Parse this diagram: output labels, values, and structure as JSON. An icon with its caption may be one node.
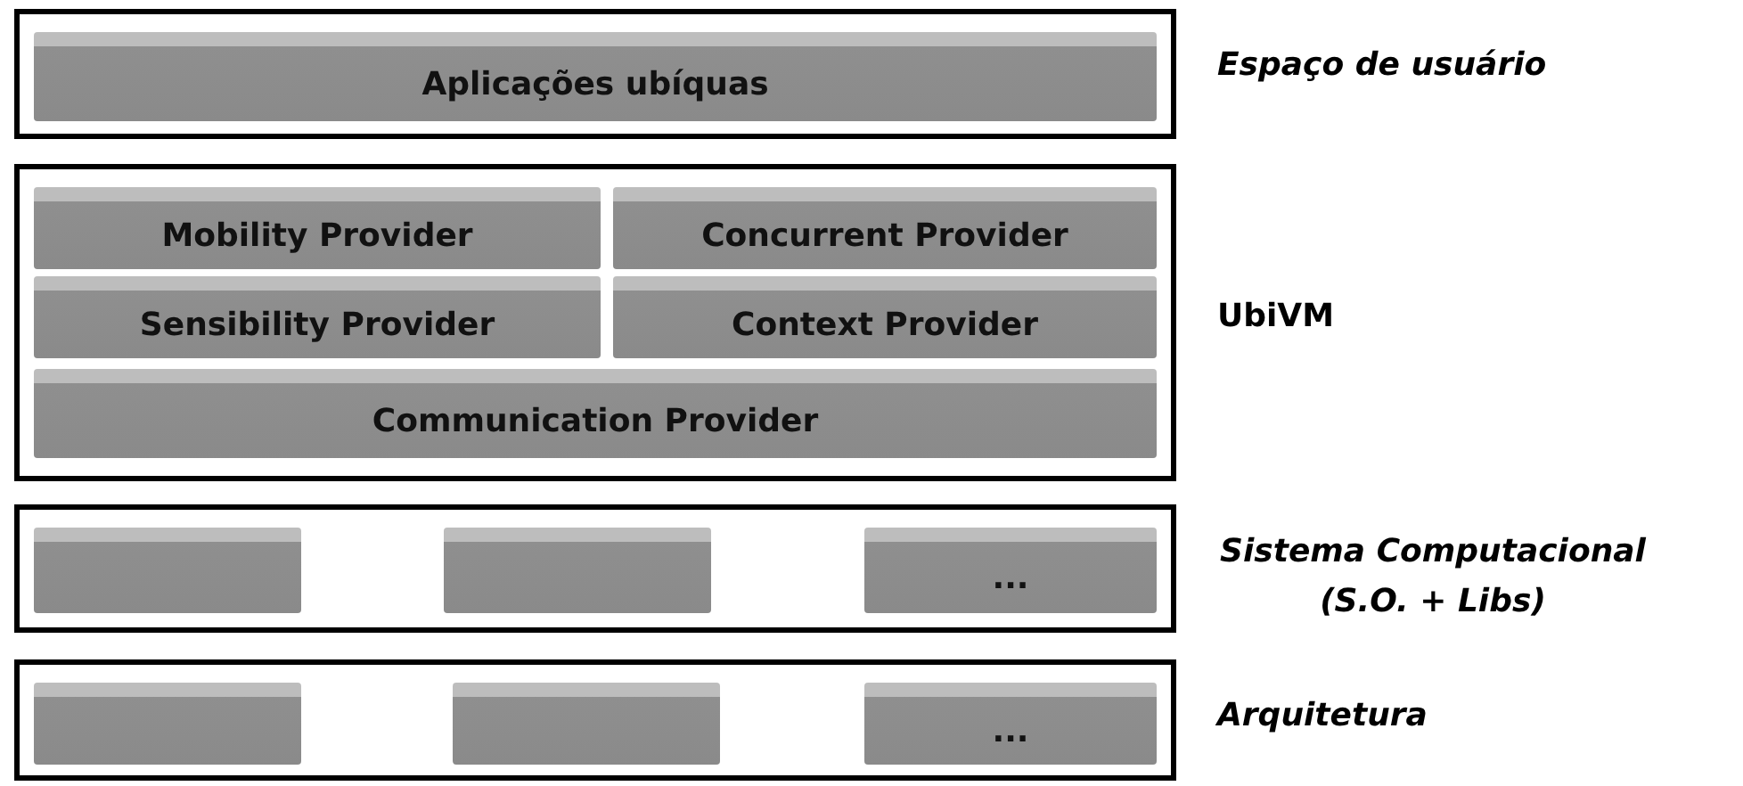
{
  "diagram": {
    "nodes": [
      {
        "text": [
          "Espaço de usuário"
        ]
      },
      {
        "text": [
          "Aplicações ubíquas"
        ],
        "in": 0
      },
      {
        "text": [
          "UbiVM"
        ]
      },
      {
        "text": [
          "Mobility Provider"
        ],
        "in": 2
      },
      {
        "text": [
          "Concurrent Provider"
        ],
        "in": 2
      },
      {
        "text": [
          "Sensibility Provider"
        ],
        "in": 2
      },
      {
        "text": [
          "Context Provider"
        ],
        "in": 2
      },
      {
        "text": [
          "Communication Provider"
        ],
        "in": 2
      },
      {
        "text": [
          "Sistema Computacional (S.O. + Libs)"
        ]
      },
      {
        "text": [],
        "shape": "bar",
        "in": 8
      },
      {
        "text": [],
        "shape": "bar",
        "in": 8
      },
      {
        "text": [
          "..."
        ],
        "in": 8
      },
      {
        "text": [
          "Arquitetura"
        ]
      },
      {
        "text": [],
        "shape": "bar",
        "in": 12
      },
      {
        "text": [],
        "shape": "bar",
        "in": 12
      },
      {
        "text": [
          "..."
        ],
        "in": 12
      }
    ],
    "edges": []
  }
}
